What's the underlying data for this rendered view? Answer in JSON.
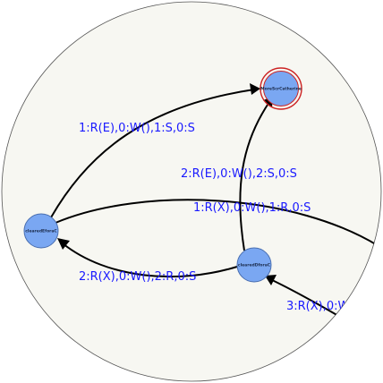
{
  "colors": {
    "background": "#f7f7f2",
    "node_fill": "#7aa7f2",
    "node_stroke": "#4a6fb0",
    "final_ring": "#cc2222",
    "edge": "#000000",
    "label": "#1a1aff"
  },
  "nodes": [
    {
      "id": "n1",
      "label": "clearedEforaC",
      "final": false
    },
    {
      "id": "n2",
      "label": "clearedDforaC",
      "final": false
    },
    {
      "id": "n3",
      "label": "MoreScrCatherine",
      "final": true
    }
  ],
  "edges": [
    {
      "id": "e1",
      "label": "1:R(E),0:W(),1:S,0:S"
    },
    {
      "id": "e2",
      "label": "2:R(E),0:W(),2:S,0:S"
    },
    {
      "id": "e3",
      "label": "1:R(X),0:W(),1:R,0:S"
    },
    {
      "id": "e4",
      "label": "2:R(X),0:W(),2:R,0:S"
    },
    {
      "id": "e5",
      "label": "3:R(X),0:W"
    }
  ]
}
